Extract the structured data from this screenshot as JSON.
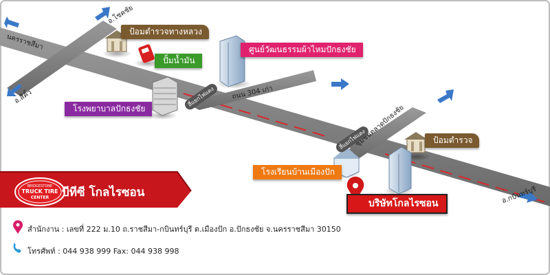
{
  "colors": {
    "road": "#7d7d7d",
    "road_stripe": "#d8282c",
    "arrow": "#3a78c8",
    "label_brown": "#7a5a2f",
    "label_green": "#3a9a2a",
    "label_pink": "#e0226e",
    "label_purple": "#8a2aa0",
    "label_orange": "#f07a12",
    "label_red": "#d81818",
    "banner_red": "#c8161d"
  },
  "roads": {
    "nakhon_ratchasima": "นครราชสีมา",
    "chok_chai": "อ.โชคชัย",
    "sikhio": "อ.สีคิ้ว",
    "kabinburi": "อ.กบินทร์บุรี",
    "road_304": "ถนน 304 เก่า",
    "khun_khon": "ชุมชนตลาดปักธงชัย"
  },
  "junctions": {
    "first": "สี่แยกไฟแดง",
    "second": "สี่แยกไฟแดง"
  },
  "landmarks": {
    "police_luang": "ป้อมตำรวจทางหลวง",
    "gas_station": "ปั้มน้ำมัน",
    "silk_center": "ศูนย์วัฒนธรรมผ้าไหมปักธงชัย",
    "hospital": "โรงพยาบาลปักธงชัย",
    "police": "ป้อมตำรวจ",
    "school": "โรงเรียนบ้านเมืองปัก",
    "company": "บริษัทโกลไรซอน"
  },
  "brand": {
    "logo_line1": "BRIDGESTONE",
    "logo_line2": "TRUCK TIRE",
    "logo_line3": "CENTER",
    "name": "บีทีซี โกลไรซอน"
  },
  "contact": {
    "address": "สำนักงาน : เลขที่ 222 ม.10 ถ.ราชสีมา-กบินทร์บุรี ต.เมืองปัก อ.ปักธงชัย จ.นครราชสีมา 30150",
    "phone": "โทรศัพท์ : 044 938 999 Fax: 044 938 998"
  }
}
